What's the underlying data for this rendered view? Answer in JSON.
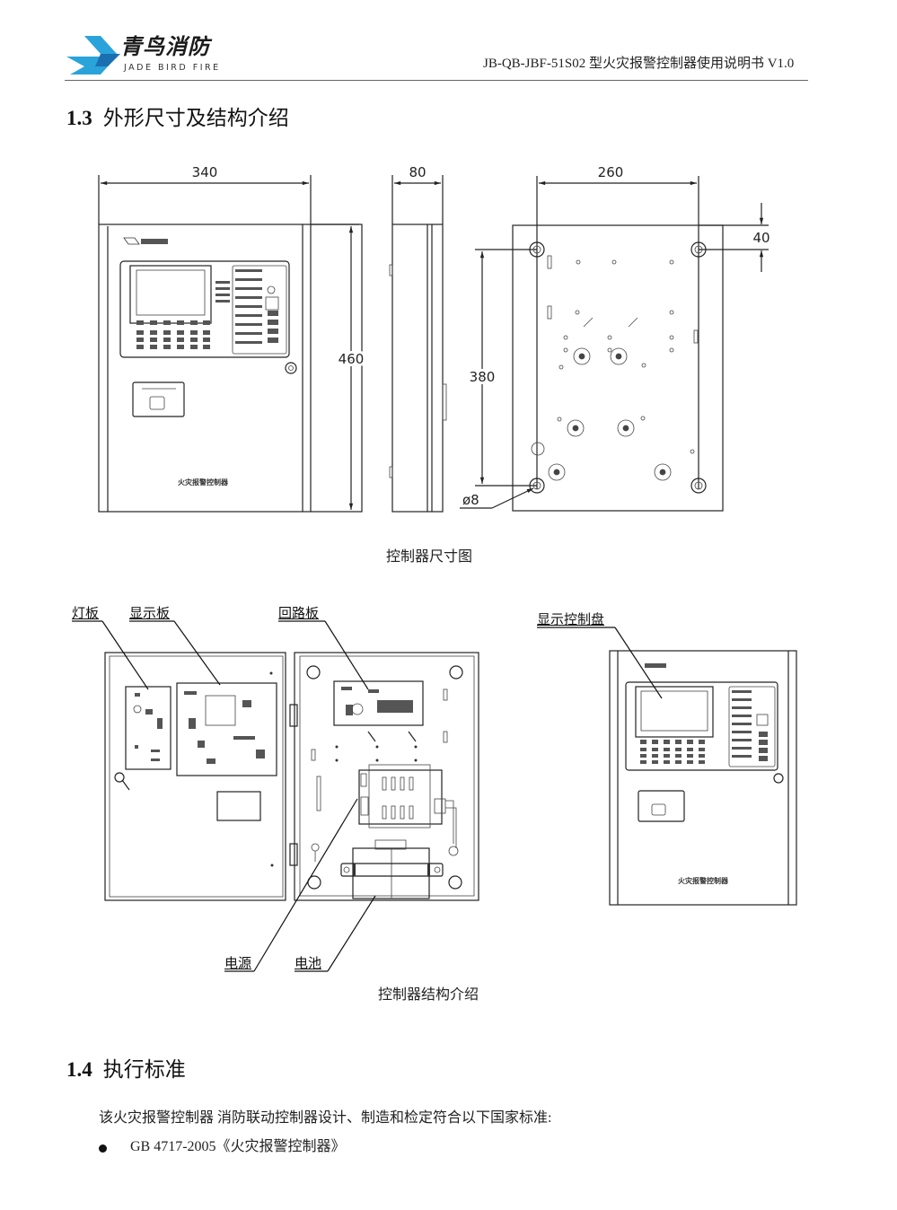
{
  "header": {
    "logo_cn": "青鸟消防",
    "logo_en": "JADE BIRD FIRE",
    "doc_title": "JB-QB-JBF-51S02 型火灾报警控制器使用说明书 V1.0",
    "brand_color": "#2aa3db"
  },
  "section_1_3": {
    "number": "1.3",
    "title": "外形尺寸及结构介绍",
    "figure1": {
      "caption": "控制器尺寸图",
      "front_width": "340",
      "front_height": "460",
      "side_depth": "80",
      "rear_hole_spacing_h": "260",
      "rear_hole_spacing_v": "380",
      "rear_top_offset": "40",
      "hole_diameter": "ø8",
      "panel_label": "火灾报警控制器"
    },
    "figure2": {
      "caption": "控制器结构介绍",
      "callouts": {
        "lamp_board": "灯板",
        "display_board": "显示板",
        "loop_board": "回路板",
        "power_supply": "电源",
        "battery": "电池",
        "display_control_panel": "显示控制盘"
      },
      "panel_label": "火灾报警控制器"
    }
  },
  "section_1_4": {
    "number": "1.4",
    "title": "执行标准",
    "intro": "该火灾报警控制器 消防联动控制器设计、制造和检定符合以下国家标准:",
    "standards": [
      "GB 4717-2005《火灾报警控制器》"
    ]
  }
}
